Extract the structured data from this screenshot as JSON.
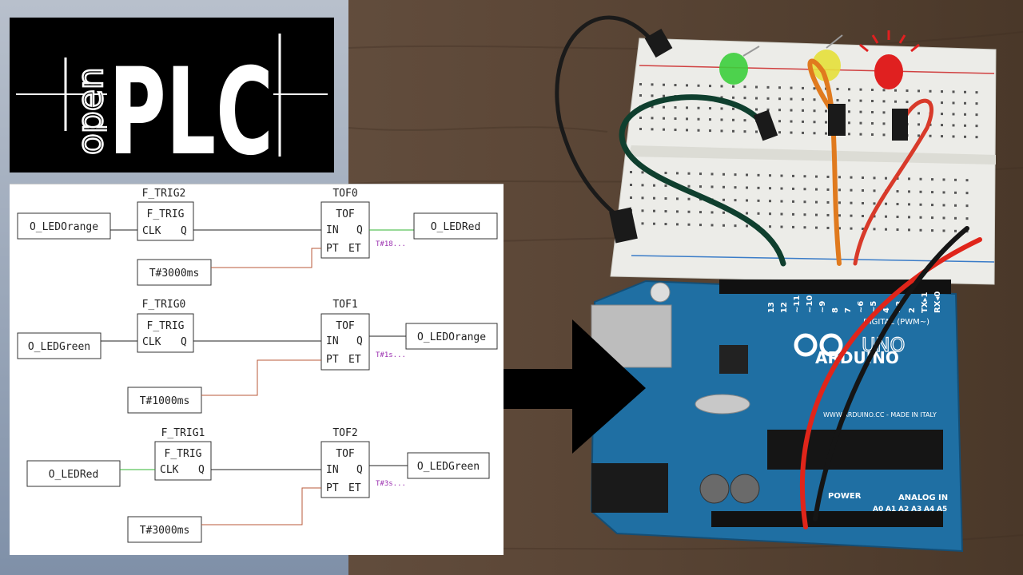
{
  "logo": {
    "small": "open",
    "big": "PLC"
  },
  "ladder": {
    "header_text": "",
    "rungs": [
      {
        "fb": "F_TRIG2",
        "fb_type": "F_TRIG",
        "fb_in": "CLK",
        "fb_out": "Q",
        "input_var": "O_LEDOrange",
        "timer": "TOF0",
        "timer_type": "TOF",
        "t_in": "IN",
        "t_q": "Q",
        "t_pt": "PT",
        "t_et": "ET",
        "et_value": "T#18...",
        "preset": "T#3000ms",
        "output_var": "O_LEDRed"
      },
      {
        "fb": "F_TRIG0",
        "fb_type": "F_TRIG",
        "fb_in": "CLK",
        "fb_out": "Q",
        "input_var": "O_LEDGreen",
        "timer": "TOF1",
        "timer_type": "TOF",
        "t_in": "IN",
        "t_q": "Q",
        "t_pt": "PT",
        "t_et": "ET",
        "et_value": "T#1s...",
        "preset": "T#1000ms",
        "output_var": "O_LEDOrange"
      },
      {
        "fb": "F_TRIG1",
        "fb_type": "F_TRIG",
        "fb_in": "CLK",
        "fb_out": "Q",
        "input_var": "O_LEDRed",
        "timer": "TOF2",
        "timer_type": "TOF",
        "t_in": "IN",
        "t_q": "Q",
        "t_pt": "PT",
        "t_et": "ET",
        "et_value": "T#3s...",
        "preset": "T#3000ms",
        "output_var": "O_LEDGreen"
      }
    ]
  },
  "board": {
    "brand": "ARDUINO",
    "model": "UNO",
    "power_label": "POWER",
    "analog_label": "ANALOG IN",
    "digital_label": "DIGITAL (PWM~)",
    "pin_labels": [
      "13",
      "12",
      "~11",
      "~10",
      "~9",
      "8",
      "7",
      "~6",
      "~5",
      "4",
      "~3",
      "2",
      "TX▸1",
      "RX◂0"
    ],
    "analog_pins": [
      "A0",
      "A1",
      "A2",
      "A3",
      "A4",
      "A5"
    ],
    "made_in": "WWW.ARDUINO.CC - MADE IN ITALY"
  },
  "colors": {
    "wire_red": "#b85a3a",
    "wire_green": "#31b431",
    "accent": "#9b2fb0"
  }
}
